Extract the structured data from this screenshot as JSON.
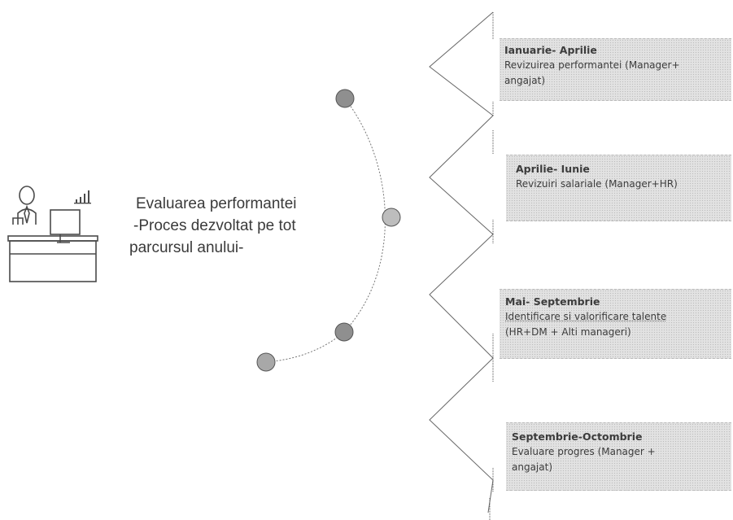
{
  "title": {
    "line1": "Evaluarea performantei",
    "line2": "-Proces dezvoltat pe tot",
    "line3": "parcursul anului-"
  },
  "phases": [
    {
      "period": "Ianuarie- Aprilie",
      "description": [
        "Revizuirea performantei (Manager+",
        "angajat)"
      ]
    },
    {
      "period": "Aprilie- Iunie",
      "description": [
        "Revizuiri salariale (Manager+HR)"
      ]
    },
    {
      "period": "Mai- Septembrie",
      "description": [
        "Identificare si valorificare talente",
        "(HR+DM + Alti manageri)"
      ]
    },
    {
      "period": "Septembrie-Octombrie",
      "description": [
        "Evaluare progres (Manager +",
        "angajat)"
      ]
    }
  ],
  "icons": {
    "figure": "employee-at-desk-icon",
    "chart": "bar-chart-icon"
  },
  "colors": {
    "node": "#8f8f8f",
    "box": "#e2e2e2",
    "line": "#777777"
  }
}
